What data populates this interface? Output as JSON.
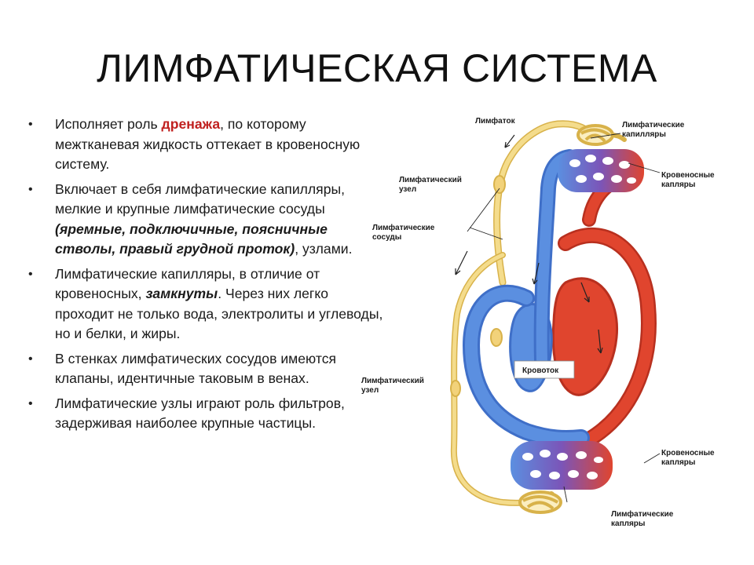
{
  "title": "ЛИМФАТИЧЕСКАЯ СИСТЕМА",
  "bullet_symbol": "•",
  "bullets": [
    {
      "segments": [
        {
          "text": "Исполняет роль ",
          "style": "normal"
        },
        {
          "text": "дренажа",
          "style": "red"
        },
        {
          "text": ", по которому межтканевая жидкость оттекает в кровеносную систему.",
          "style": "normal"
        }
      ]
    },
    {
      "segments": [
        {
          "text": " Включает в себя лимфатические капилляры, мелкие и крупные лимфатические сосуды ",
          "style": "normal"
        },
        {
          "text": "(яремные, подключичные, поясничные стволы, правый грудной проток)",
          "style": "bold-italic"
        },
        {
          "text": ", узлами.",
          "style": "normal"
        }
      ]
    },
    {
      "segments": [
        {
          "text": "Лимфатические капилляры, в отличие от кровеносных, ",
          "style": "normal"
        },
        {
          "text": "замкнуты",
          "style": "bold-italic"
        },
        {
          "text": ". Через них легко проходит не только вода, электролиты и углеводы, но и белки, и жиры.",
          "style": "normal"
        }
      ]
    },
    {
      "segments": [
        {
          "text": "В стенках лимфатических сосудов имеются клапаны, идентичные таковым в венах.",
          "style": "normal"
        }
      ]
    },
    {
      "segments": [
        {
          "text": "Лимфатические узлы играют роль фильтров, задерживая наиболее крупные частицы.",
          "style": "normal"
        }
      ]
    }
  ],
  "diagram": {
    "labels": {
      "lymph_flow": "Лимфаток",
      "lymph_capillaries_top_1": "Лимфатические",
      "lymph_capillaries_top_2": "капилляры",
      "lymph_node_top_1": "Лимфатический",
      "lymph_node_top_2": "узел",
      "blood_capillaries_top_1": "Кровеносные",
      "blood_capillaries_top_2": "капляры",
      "lymph_vessels_1": "Лимфатические",
      "lymph_vessels_2": "сосуды",
      "blood_flow": "Кровоток",
      "lymph_node_bottom_1": "Лимфатический",
      "lymph_node_bottom_2": "узел",
      "blood_capillaries_bottom_1": "Кровеносные",
      "blood_capillaries_bottom_2": "капляры",
      "lymph_capillaries_bottom_1": "Лимфатические",
      "lymph_capillaries_bottom_2": "капляры"
    },
    "colors": {
      "lymph": "#f2d27a",
      "lymph_edge": "#d8b24a",
      "vein": "#5b8fe0",
      "vein_dark": "#3f6fc8",
      "artery": "#e0452e",
      "artery_dark": "#b8301f",
      "capillary_mix": "#7b55b8"
    }
  }
}
